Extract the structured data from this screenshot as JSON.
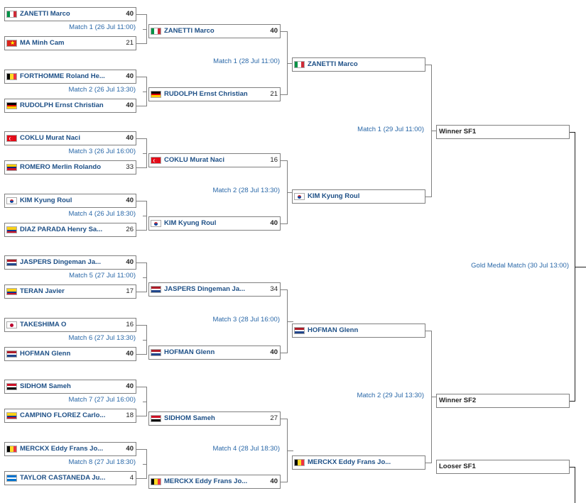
{
  "round1": [
    {
      "match": "Match 1 (26 Jul 11:00)",
      "top": {
        "name": "ZANETTI Marco",
        "score": "40",
        "flag": "italy"
      },
      "bottom": {
        "name": "MA Minh Cam",
        "score": "21",
        "flag": "vietnam"
      }
    },
    {
      "match": "Match 2 (26 Jul 13:30)",
      "top": {
        "name": "FORTHOMME Roland He...",
        "score": "40",
        "flag": "belgium"
      },
      "bottom": {
        "name": "RUDOLPH Ernst Christian",
        "score": "40",
        "flag": "germany"
      }
    },
    {
      "match": "Match 3 (26 Jul 16:00)",
      "top": {
        "name": "COKLU Murat Naci",
        "score": "40",
        "flag": "turkey"
      },
      "bottom": {
        "name": "ROMERO Merlin Rolando",
        "score": "33",
        "flag": "venezuela"
      }
    },
    {
      "match": "Match 4 (26 Jul 18:30)",
      "top": {
        "name": "KIM Kyung Roul",
        "score": "40",
        "flag": "korea"
      },
      "bottom": {
        "name": "DIAZ PARADA Henry Sa...",
        "score": "26",
        "flag": "colombia"
      }
    },
    {
      "match": "Match 5 (27 Jul 11:00)",
      "top": {
        "name": "JASPERS Dingeman Ja...",
        "score": "40",
        "flag": "netherlands"
      },
      "bottom": {
        "name": "TERAN Javier",
        "score": "17",
        "flag": "colombia"
      }
    },
    {
      "match": "Match 6 (27 Jul 13:30)",
      "top": {
        "name": "TAKESHIMA O",
        "score": "16",
        "flag": "japan"
      },
      "bottom": {
        "name": "HOFMAN Glenn",
        "score": "40",
        "flag": "netherlands"
      }
    },
    {
      "match": "Match 7 (27 Jul 16:00)",
      "top": {
        "name": "SIDHOM Sameh",
        "score": "40",
        "flag": "egypt"
      },
      "bottom": {
        "name": "CAMPINO FLOREZ Carlo...",
        "score": "18",
        "flag": "colombia"
      }
    },
    {
      "match": "Match 8 (27 Jul 18:30)",
      "top": {
        "name": "MERCKX Eddy Frans Jo...",
        "score": "40",
        "flag": "belgium"
      },
      "bottom": {
        "name": "TAYLOR CASTANEDA Ju...",
        "score": "4",
        "flag": "honduras"
      }
    }
  ],
  "round2": [
    {
      "match": "Match 1 (28 Jul 11:00)",
      "top": {
        "name": "ZANETTI Marco",
        "score": "40",
        "flag": "italy"
      },
      "bottom": {
        "name": "RUDOLPH Ernst Christian",
        "score": "21",
        "flag": "germany"
      }
    },
    {
      "match": "Match 2 (28 Jul 13:30)",
      "top": {
        "name": "COKLU Murat Naci",
        "score": "16",
        "flag": "turkey"
      },
      "bottom": {
        "name": "KIM Kyung Roul",
        "score": "40",
        "flag": "korea"
      }
    },
    {
      "match": "Match 3 (28 Jul 16:00)",
      "top": {
        "name": "JASPERS Dingeman Ja...",
        "score": "34",
        "flag": "netherlands"
      },
      "bottom": {
        "name": "HOFMAN Glenn",
        "score": "40",
        "flag": "netherlands"
      }
    },
    {
      "match": "Match 4 (28 Jul 18:30)",
      "top": {
        "name": "SIDHOM Sameh",
        "score": "27",
        "flag": "egypt"
      },
      "bottom": {
        "name": "MERCKX Eddy Frans Jo...",
        "score": "40",
        "flag": "belgium"
      }
    }
  ],
  "round3": [
    {
      "match": "Match 1 (29 Jul 11:00)",
      "top": {
        "name": "ZANETTI Marco",
        "score": "",
        "flag": "italy"
      },
      "bottom": {
        "name": "KIM Kyung Roul",
        "score": "",
        "flag": "korea"
      }
    },
    {
      "match": "Match 2 (29 Jul 13:30)",
      "top": {
        "name": "HOFMAN Glenn",
        "score": "",
        "flag": "netherlands"
      },
      "bottom": {
        "name": "MERCKX Eddy Frans Jo...",
        "score": "",
        "flag": "belgium"
      }
    }
  ],
  "finals": {
    "gold_match": "Gold Medal Match (30 Jul 13:00)",
    "winner_sf1": "Winner SF1",
    "winner_sf2": "Winner SF2",
    "looser_sf1": "Looser SF1"
  },
  "colors": {
    "name": "#1d4f86",
    "match_label": "#2a68a8",
    "border": "#808080"
  }
}
